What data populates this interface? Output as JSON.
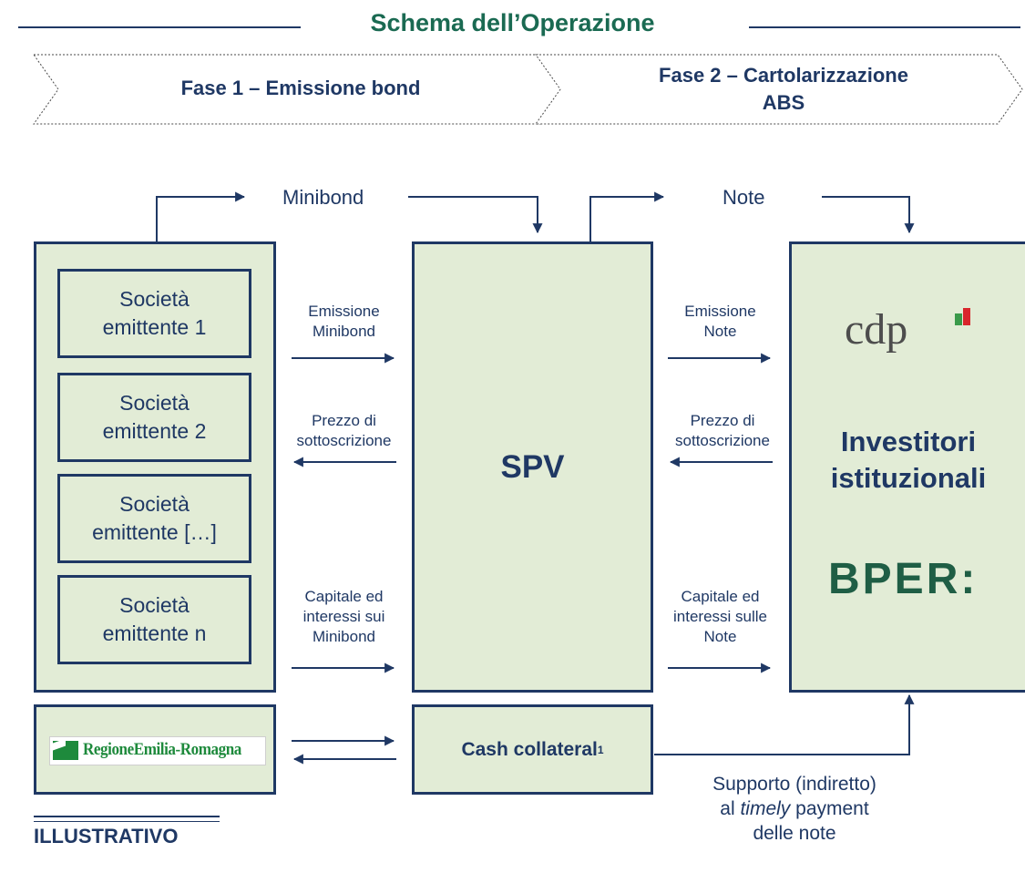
{
  "title": "Schema dell’Operazione",
  "phases": [
    {
      "label": "Fase 1 – Emissione bond"
    },
    {
      "label": "Fase 2 – Cartolarizzazione\nABS"
    }
  ],
  "top_labels": {
    "minibond": "Minibond",
    "note": "Note"
  },
  "companies": [
    "Società\nemittente 1",
    "Società\nemittente 2",
    "Società\nemittente […]",
    "Società\nemittente n"
  ],
  "spv": "SPV",
  "investors": {
    "title": "Investitori\nistituzionali",
    "cdp_logo": "cdp",
    "bper_logo": "BPER:"
  },
  "left_flows": {
    "emission": "Emissione\nMinibond",
    "price": "Prezzo di\nsottoscrizione",
    "capital": "Capitale ed\ninteressi sui\nMinibond"
  },
  "right_flows": {
    "emission": "Emissione\nNote",
    "price": "Prezzo di\nsottoscrizione",
    "capital": "Capitale ed\ninteressi sulle\nNote"
  },
  "region_logo": "RegioneEmilia-Romagna",
  "cash_collateral": {
    "label": "Cash collateral",
    "footnote": "1"
  },
  "support": {
    "line1": "Supporto (indiretto)",
    "line2_pre": "al ",
    "line2_em": "timely",
    "line2_post": " payment",
    "line3": "delle note"
  },
  "illustrative": "ILLUSTRATIVO",
  "colors": {
    "navy": "#1f3864",
    "box_fill": "#e2ecd6",
    "title_green": "#1a6a52",
    "bper_green": "#1f5e45",
    "italy_green": "#3a9a4a",
    "italy_red": "#d9262c"
  }
}
